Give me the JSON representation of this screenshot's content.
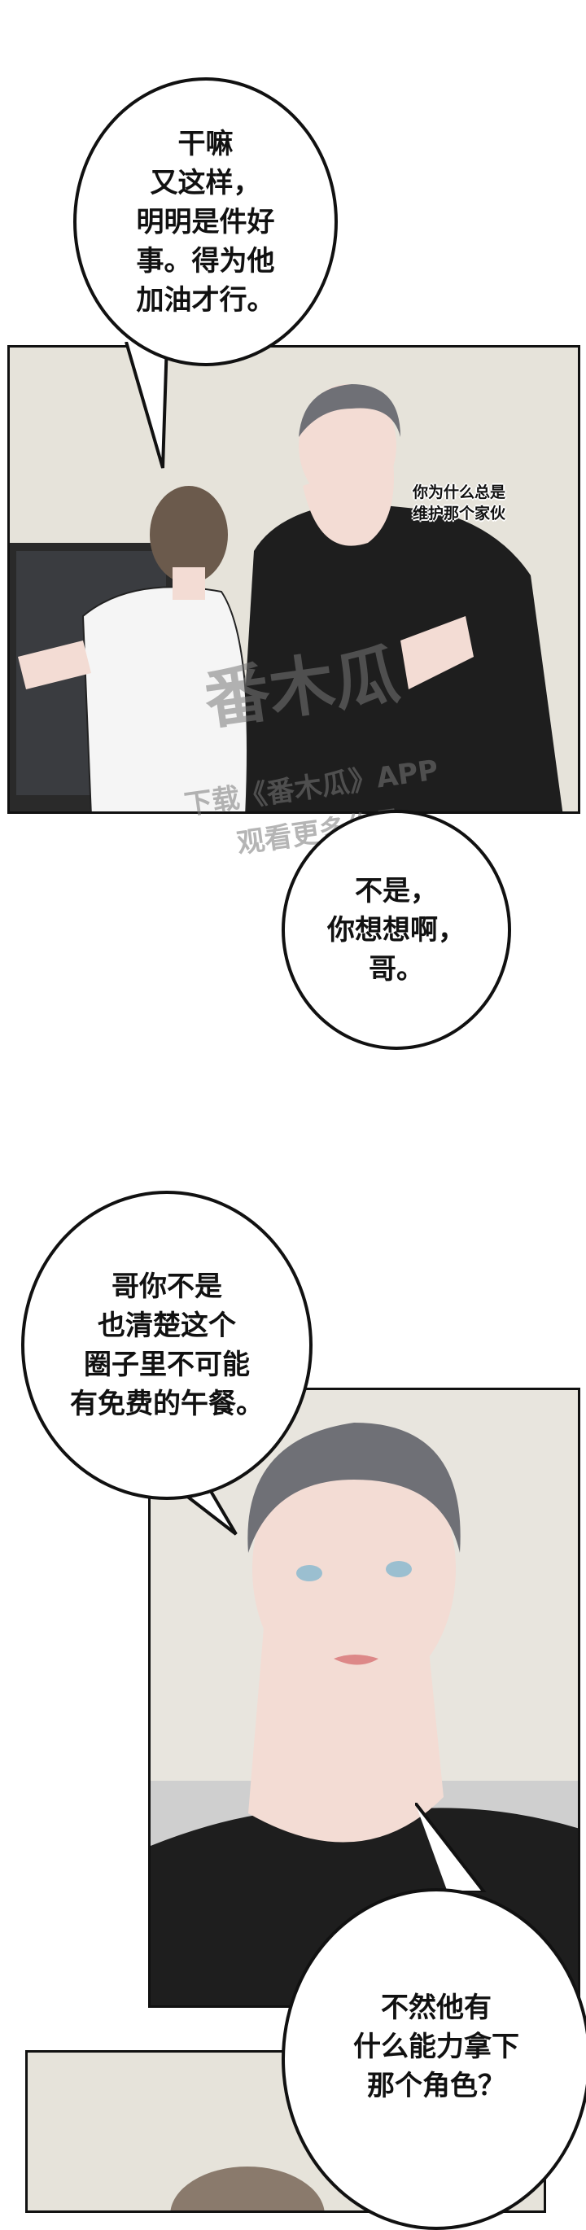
{
  "bubbles": [
    {
      "text": "干嘛\n又这样，\n明明是件好\n事。得为他\n加油才行。"
    },
    {
      "text": "不是，\n你想想啊，\n哥。"
    },
    {
      "text": "哥你不是\n也清楚这个\n圈子里不可能\n有免费的午餐。"
    },
    {
      "text": "不然他有\n什么能力拿下\n那个角色？"
    }
  ],
  "panel1": {
    "side_text": "你为什么总是\n维护那个家伙"
  },
  "watermark": {
    "logo": "番木瓜",
    "line1": "下载《番木瓜》APP",
    "line2": "观看更多作品"
  },
  "colors": {
    "wall": "#e6e3da",
    "shirt_black": "#1e1e1e",
    "hair_gray": "#6f7076",
    "hair_brown": "#6b5a4c",
    "skin": "#f3dcd4"
  }
}
